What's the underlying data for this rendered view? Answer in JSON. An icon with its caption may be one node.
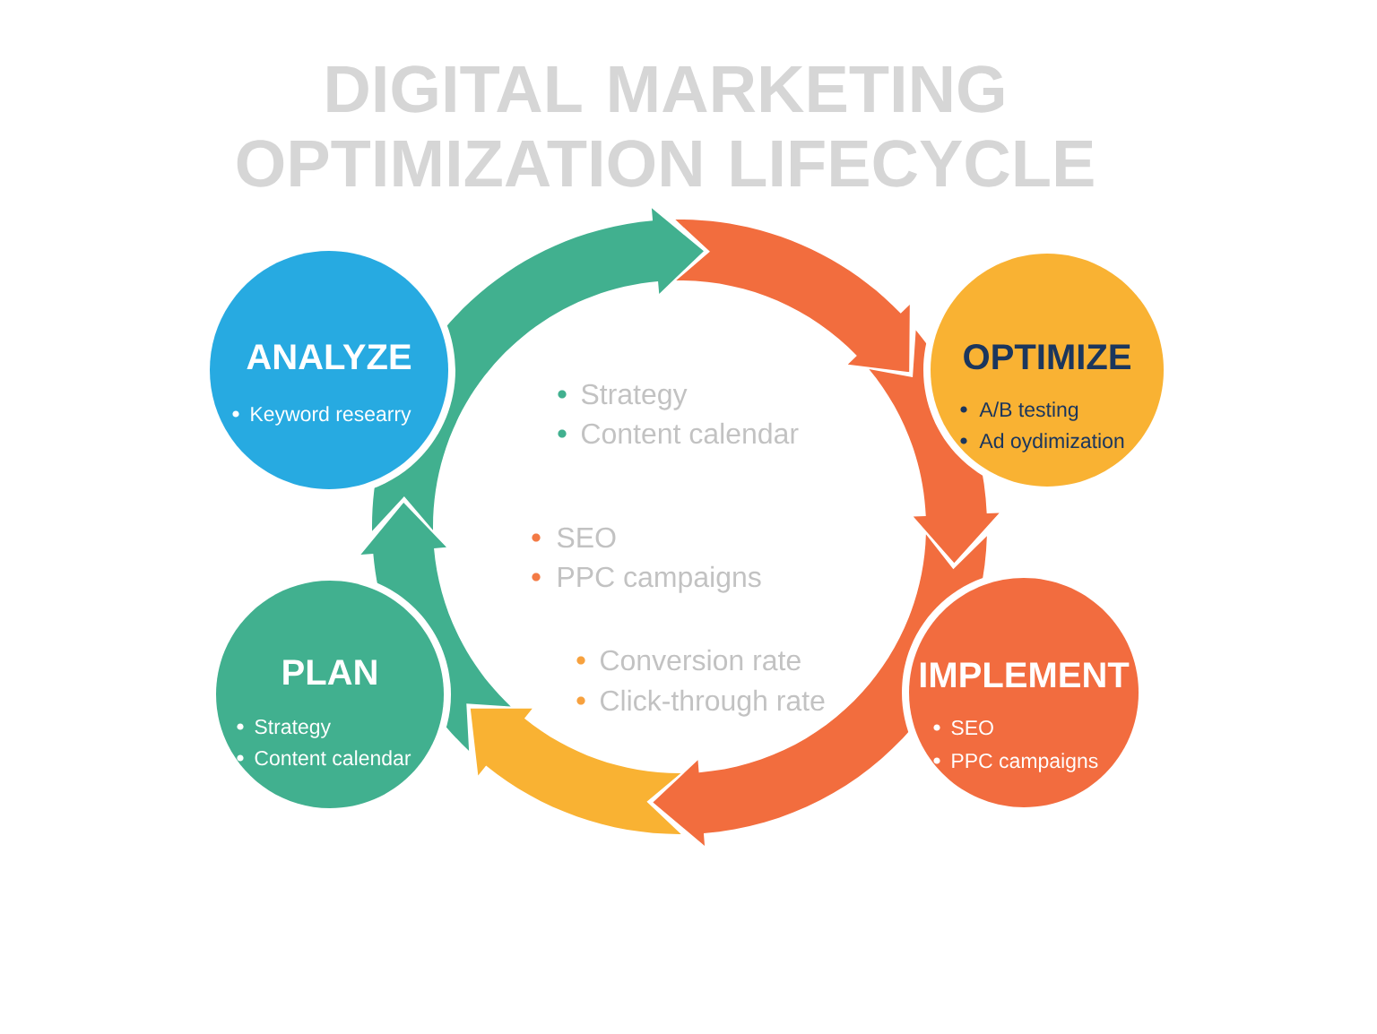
{
  "diagram": {
    "title": "DIGITAL MARKETING OPTIMIZATION LIFECYCLE",
    "nodes": [
      {
        "text": [
          "ANALYZE",
          "Keyword researry"
        ]
      },
      {
        "text": [
          "OPTIMIZE",
          "A/B testing",
          "Ad oydimization"
        ]
      },
      {
        "text": [
          "IMPLEMENT",
          "SEO",
          "PPC campaigns"
        ]
      },
      {
        "text": [
          "PLAN",
          "Strategy",
          "Content calendar"
        ]
      }
    ],
    "edges": [
      {
        "from": 0,
        "to": null,
        "arrow": "to",
        "color": "#41b08f"
      },
      {
        "from": null,
        "to": 1,
        "arrow": "to"
      },
      {
        "from": 1,
        "to": 2,
        "arrow": "to"
      },
      {
        "from": 2,
        "to": null,
        "arrow": "to"
      },
      {
        "from": null,
        "to": 3,
        "arrow": "to",
        "color": "#f9b233"
      },
      {
        "from": 3,
        "to": 0,
        "arrow": "to",
        "color": "#41b08f"
      }
    ],
    "labels": [
      "Strategy",
      "Content calendar",
      "SEO",
      "PPC campaigns",
      "Conversion rate",
      "Click-through rate"
    ]
  }
}
